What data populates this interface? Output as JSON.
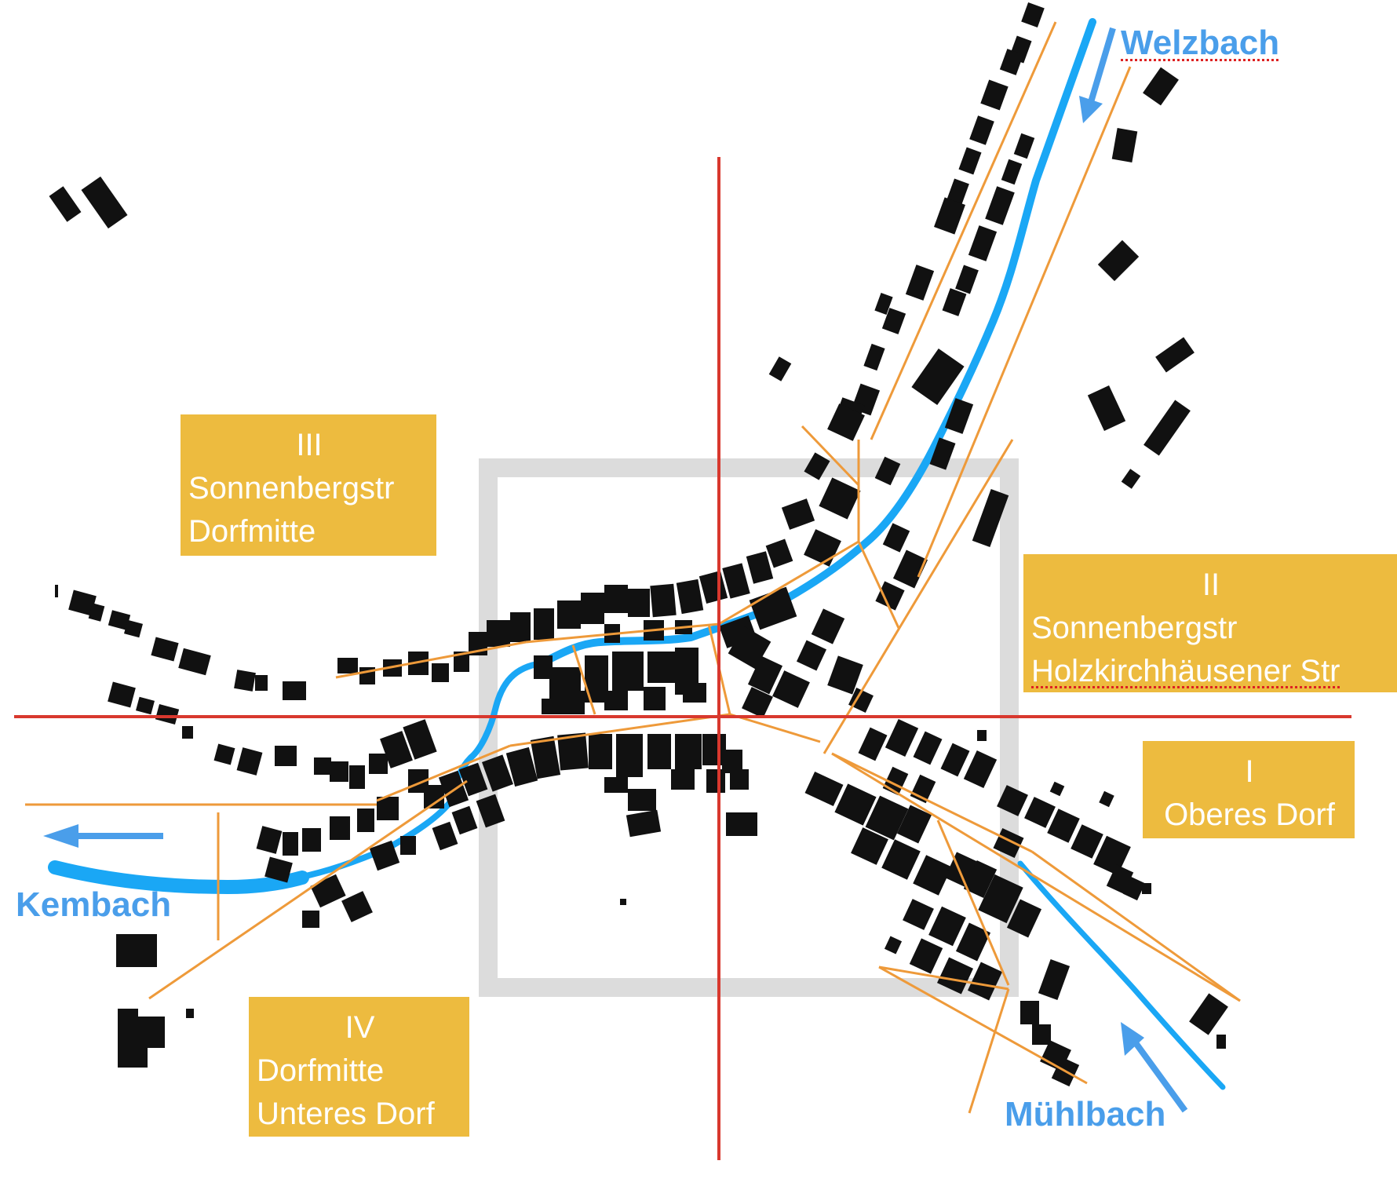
{
  "colors": {
    "stream": "#1AA7F5",
    "arrow": "#4A9EEA",
    "axis": "#D8382E",
    "boundary": "#EE9A3A",
    "box": "#DCDCDC",
    "building": "#111111",
    "label_bg": "#EDBB3F",
    "label_text": "#FFFFFF"
  },
  "zones": [
    {
      "roman": "III",
      "lines": [
        "Sonnenbergstr",
        "Dorfmitte"
      ]
    },
    {
      "roman": "II",
      "lines": [
        "Sonnenbergstr",
        "Holzkirchhäusener Str"
      ]
    },
    {
      "roman": "I",
      "lines": [
        "Oberes Dorf"
      ]
    },
    {
      "roman": "IV",
      "lines": [
        "Dorfmitte",
        "Unteres Dorf"
      ]
    }
  ],
  "streams": {
    "welzbach": "Welzbach",
    "kembach": "Kembach",
    "muehlbach": "Mühlbach"
  }
}
